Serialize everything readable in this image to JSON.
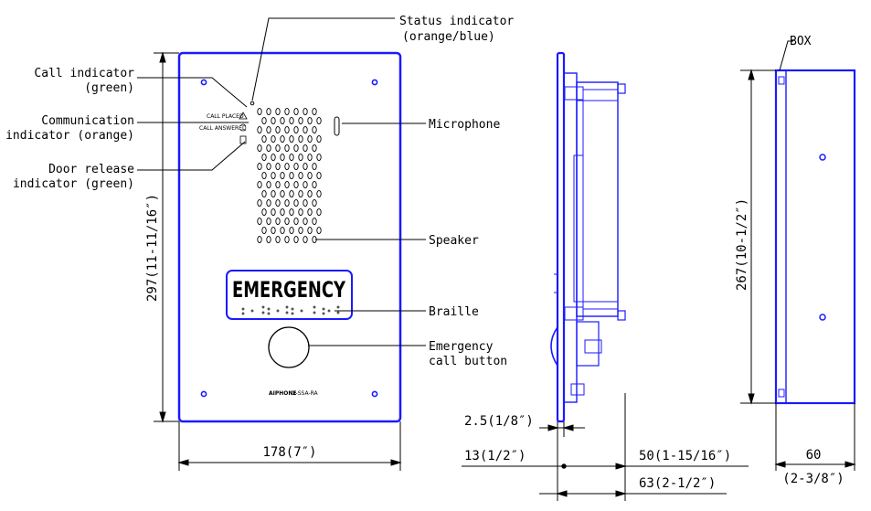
{
  "labels": {
    "status_line1": "Status indicator",
    "status_line2": "(orange/blue)",
    "call_line1": "Call indicator",
    "call_line2": "(green)",
    "comm_line1": "Communication",
    "comm_line2": "indicator (orange)",
    "door_line1": "Door release",
    "door_line2": "indicator (green)",
    "microphone": "Microphone",
    "speaker": "Speaker",
    "braille": "Braille",
    "button_line1": "Emergency",
    "button_line2": "call button",
    "box": "BOX"
  },
  "panel": {
    "sign_text": "EMERGENCY",
    "call_placed": "CALL PLACED",
    "call_answered": "CALL ANSWERED",
    "brand": "AIPHONE",
    "model": "IX-SSA-RA"
  },
  "dimensions": {
    "height_front": "297(11-11/16″)",
    "width_front": "178(7″)",
    "d_2_5": "2.5(1/8″)",
    "d_13": "13(1/2″)",
    "d_50": "50(1-15/16″)",
    "d_63": "63(2-1/2″)",
    "height_box": "267(10-1/2″)",
    "box_width": "60",
    "box_width_in": "(2-3/8″)"
  },
  "colors": {
    "outline": "#1a1aff",
    "line": "#000000"
  }
}
